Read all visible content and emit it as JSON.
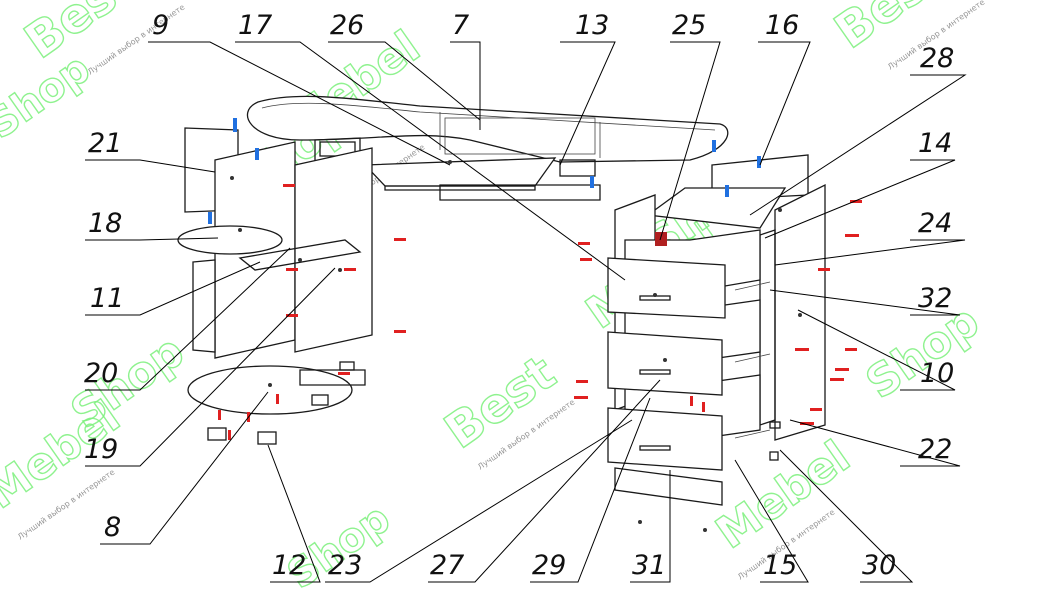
{
  "diagram": {
    "part_numbers": [
      {
        "label": "9"
      },
      {
        "label": "17"
      },
      {
        "label": "26"
      },
      {
        "label": "7"
      },
      {
        "label": "13"
      },
      {
        "label": "25"
      },
      {
        "label": "16"
      },
      {
        "label": "28"
      },
      {
        "label": "21"
      },
      {
        "label": "14"
      },
      {
        "label": "18"
      },
      {
        "label": "24"
      },
      {
        "label": "11"
      },
      {
        "label": "32"
      },
      {
        "label": "20"
      },
      {
        "label": "10"
      },
      {
        "label": "19"
      },
      {
        "label": "22"
      },
      {
        "label": "8"
      },
      {
        "label": "12"
      },
      {
        "label": "23"
      },
      {
        "label": "27"
      },
      {
        "label": "29"
      },
      {
        "label": "31"
      },
      {
        "label": "15"
      },
      {
        "label": "30"
      }
    ],
    "watermark": {
      "brand_a": "Best",
      "brand_b": "Mebel",
      "brand_c": "Shop",
      "tagline": "Лучший выбор в интернете"
    },
    "colors": {
      "line": "#1a1a1a",
      "watermark": "#7cf07c",
      "screw_red": "#e02020",
      "screw_blue": "#2070e0"
    }
  }
}
